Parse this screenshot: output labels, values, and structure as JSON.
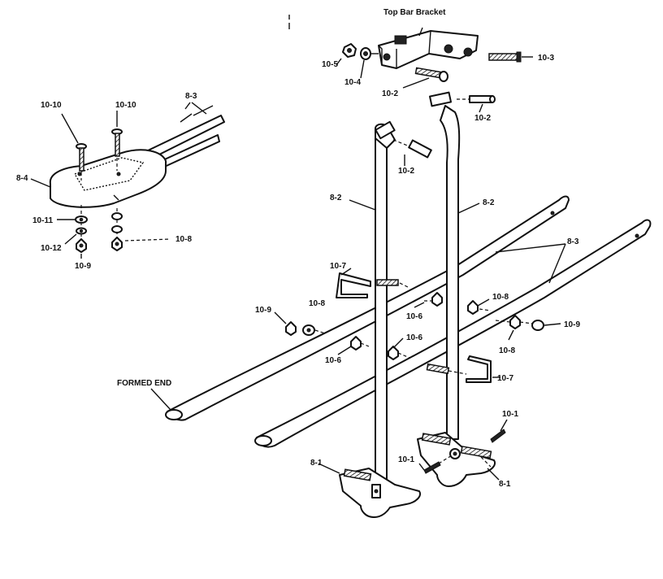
{
  "diagram": {
    "labels": {
      "top_bar_bracket": "Top Bar Bracket",
      "formed_end": "FORMED END",
      "p_8_1": "8-1",
      "p_8_2": "8-2",
      "p_8_3": "8-3",
      "p_8_4": "8-4",
      "p_10_1": "10-1",
      "p_10_2": "10-2",
      "p_10_3": "10-3",
      "p_10_4": "10-4",
      "p_10_5": "10-5",
      "p_10_6": "10-6",
      "p_10_7": "10-7",
      "p_10_8": "10-8",
      "p_10_9": "10-9",
      "p_10_10": "10-10",
      "p_10_11": "10-11",
      "p_10_12": "10-12"
    },
    "colors": {
      "ink": "#111111",
      "paper": "#ffffff"
    }
  }
}
